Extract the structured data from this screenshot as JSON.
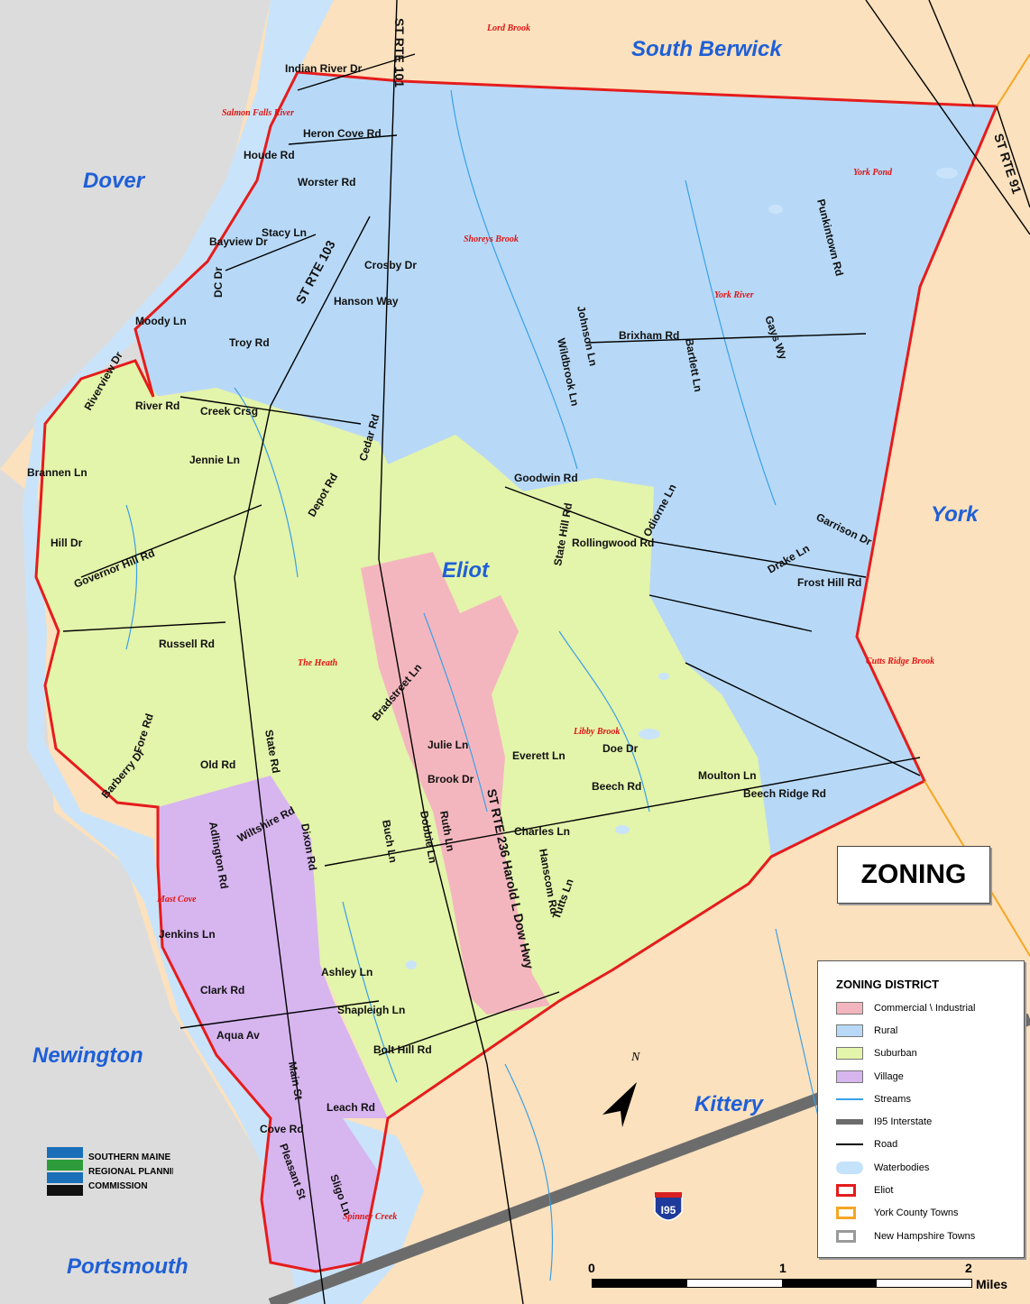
{
  "title": "ZONING",
  "towns": {
    "south_berwick": "South Berwick",
    "dover": "Dover",
    "york": "York",
    "eliot": "Eliot",
    "newington": "Newington",
    "kittery": "Kittery",
    "portsmouth": "Portsmouth"
  },
  "waterways": {
    "lord_brook": "Lord Brook",
    "salmon_falls": "Salmon Falls River",
    "york_pond": "York Pond",
    "shoreys_brook": "Shoreys Brook",
    "york_river": "York River",
    "the_heath": "The Heath",
    "cutts_ridge": "Cutts Ridge Brook",
    "libby_brook": "Libby Brook",
    "mast_cove": "Mast Cove",
    "spinney_creek": "Spinney Creek"
  },
  "routes": {
    "rte101": "ST RTE 101",
    "rte103": "ST RTE 103",
    "rte91": "ST RTE 91",
    "rte236": "ST RTE 236 Harold L Dow Hwy",
    "i95": "I95"
  },
  "roads": [
    "Indian River Dr",
    "Heron Cove Rd",
    "Houde Rd",
    "Worster Rd",
    "Stacy Ln",
    "Bayview Dr",
    "DC Dr",
    "Crosby Dr",
    "Hanson Way",
    "Moody Ln",
    "Troy Rd",
    "River Rd",
    "Creek Crsg",
    "Riverview Dr",
    "Brannen Ln",
    "Jennie Ln",
    "Cedar Rd",
    "Depot Rd",
    "Hill Dr",
    "Governor Hill Rd",
    "Russell Rd",
    "Fore Rd",
    "Barberry Dr",
    "Old Rd",
    "State Rd",
    "Wiltshire Rd",
    "Dixon Rd",
    "Adlington Rd",
    "Jenkins Ln",
    "Clark Rd",
    "Aqua Av",
    "Main St",
    "Leach Rd",
    "Cove Rd",
    "Pleasant St",
    "Bolt Hill Rd",
    "Shapleigh Ln",
    "Ashley Ln",
    "Bradstreet Ln",
    "Julie Ln",
    "Brook Dr",
    "Ruth Ln",
    "Dobbie Ln",
    "Buch Ln",
    "Charles Ln",
    "Hanscom Rd",
    "Tutts Ln",
    "Everett Ln",
    "Doe Dr",
    "Beech Rd",
    "Moulton Ln",
    "Beech Ridge Rd",
    "Goodwin Rd",
    "State Hill Rd",
    "Rollingwood Rd",
    "Odiorne Ln",
    "Drake Ln",
    "Garrison Dr",
    "Frost Hill Rd",
    "Johnson Ln",
    "Wildbrook Ln",
    "Brixham Rd",
    "Bartlett Ln",
    "Gays Wy",
    "Punkintown Rd",
    "Sligo Ln"
  ],
  "legend": {
    "title": "ZONING DISTRICT",
    "items": [
      {
        "label": "Commercial \\ Industrial",
        "color": "#f4b6be",
        "kind": "fill"
      },
      {
        "label": "Rural",
        "color": "#b7d9f7",
        "kind": "fill"
      },
      {
        "label": "Suburban",
        "color": "#e3f4ab",
        "kind": "fill"
      },
      {
        "label": "Village",
        "color": "#d7b5ef",
        "kind": "fill"
      },
      {
        "label": "Streams",
        "color": "#3aa0e8",
        "kind": "line"
      },
      {
        "label": "I95 Interstate",
        "color": "#6c6c6c",
        "kind": "thick"
      },
      {
        "label": "Road",
        "color": "#000000",
        "kind": "line"
      },
      {
        "label": "Waterbodies",
        "color": "#c5e2fb",
        "kind": "blob"
      },
      {
        "label": "Eliot",
        "color": "#e51c1c",
        "kind": "outline"
      },
      {
        "label": "York County Towns",
        "color": "#f5a623",
        "kind": "outline"
      },
      {
        "label": "New Hampshire Towns",
        "color": "#9a9a9a",
        "kind": "outline"
      }
    ]
  },
  "scale": {
    "ticks": [
      "0",
      "1",
      "2"
    ],
    "unit": "Miles"
  },
  "north": "N",
  "logo_text": [
    "SOUTHERN MAINE",
    "REGIONAL PLANNING",
    "COMMISSION"
  ],
  "colors": {
    "york_county": "#fbe1bd",
    "new_hampshire": "#dcdcdc",
    "water": "#c9e4fa",
    "eliot_boundary": "#e51c1c"
  }
}
